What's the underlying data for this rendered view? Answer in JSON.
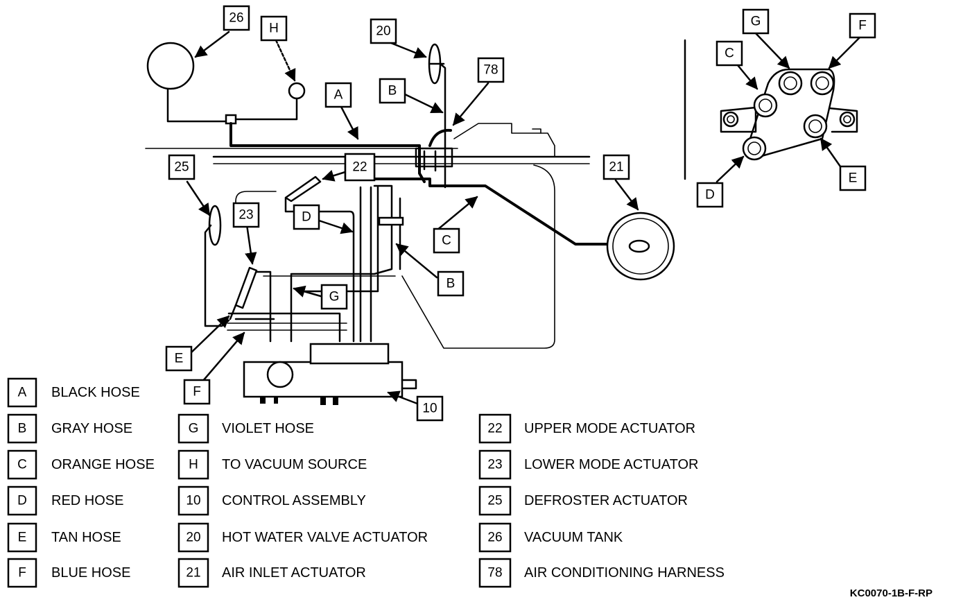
{
  "callouts": {
    "c26": "26",
    "cH": "H",
    "c20": "20",
    "c78": "78",
    "cA": "A",
    "cB_top": "B",
    "c25": "25",
    "c22": "22",
    "c21": "21",
    "c23": "23",
    "cD_mid": "D",
    "cC_mid": "C",
    "cB_mid": "B",
    "cG_mid": "G",
    "cE_low": "E",
    "cF_low": "F",
    "c10": "10",
    "cG_conn": "G",
    "cF_conn": "F",
    "cC_conn": "C",
    "cD_conn": "D",
    "cE_conn": "E"
  },
  "legend": [
    {
      "key": "A",
      "text": "BLACK HOSE"
    },
    {
      "key": "B",
      "text": "GRAY HOSE"
    },
    {
      "key": "C",
      "text": "ORANGE HOSE"
    },
    {
      "key": "D",
      "text": "RED HOSE"
    },
    {
      "key": "E",
      "text": "TAN HOSE"
    },
    {
      "key": "F",
      "text": "BLUE HOSE"
    },
    {
      "key": "G",
      "text": "VIOLET HOSE"
    },
    {
      "key": "H",
      "text": "TO VACUUM SOURCE"
    },
    {
      "key": "10",
      "text": "CONTROL ASSEMBLY"
    },
    {
      "key": "20",
      "text": "HOT WATER VALVE ACTUATOR"
    },
    {
      "key": "21",
      "text": "AIR INLET ACTUATOR"
    },
    {
      "key": "22",
      "text": "UPPER MODE ACTUATOR"
    },
    {
      "key": "23",
      "text": "LOWER MODE ACTUATOR"
    },
    {
      "key": "25",
      "text": "DEFROSTER ACTUATOR"
    },
    {
      "key": "26",
      "text": "VACUUM TANK"
    },
    {
      "key": "78",
      "text": "AIR CONDITIONING HARNESS"
    }
  ],
  "figure_code": "KC0070-1B-F-RP"
}
